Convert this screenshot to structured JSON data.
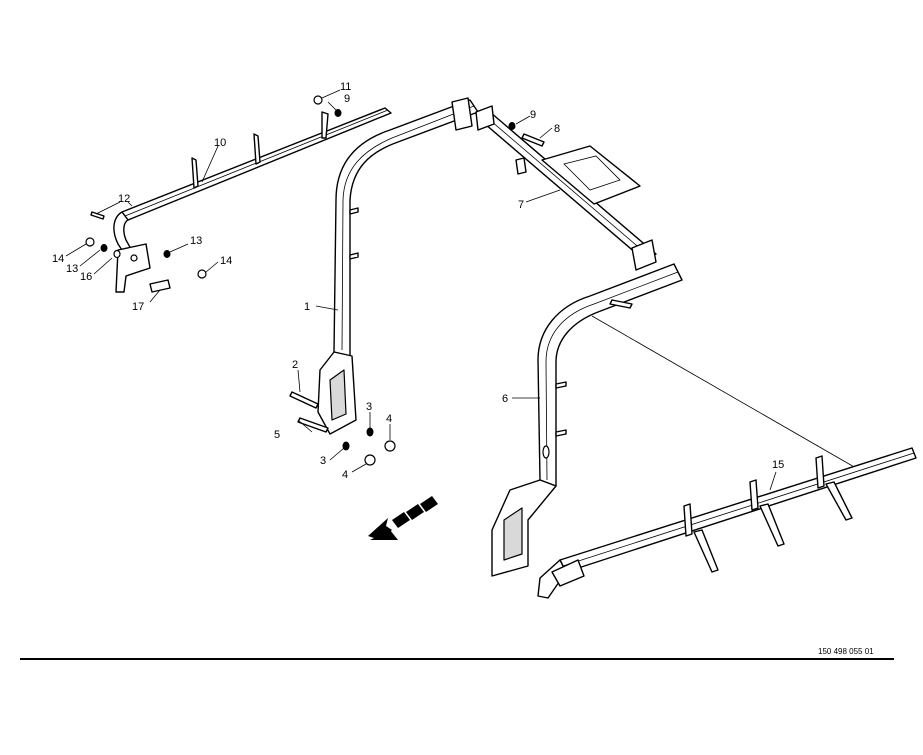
{
  "callouts": {
    "c1": "1",
    "c2": "2",
    "c3a": "3",
    "c3b": "3",
    "c4a": "4",
    "c4b": "4",
    "c5": "5",
    "c6": "6",
    "c7": "7",
    "c8": "8",
    "c9a": "9",
    "c9b": "9",
    "c10": "10",
    "c11": "11",
    "c12": "12",
    "c13a": "13",
    "c13b": "13",
    "c14a": "14",
    "c14b": "14",
    "c15": "15",
    "c16": "16",
    "c17": "17"
  },
  "document_number": "150 498 055 01",
  "colors": {
    "ink": "#000000",
    "paper": "#ffffff",
    "shading": "#d9d9d9"
  },
  "icons": {
    "direction": "travel-direction-arrow-icon"
  }
}
